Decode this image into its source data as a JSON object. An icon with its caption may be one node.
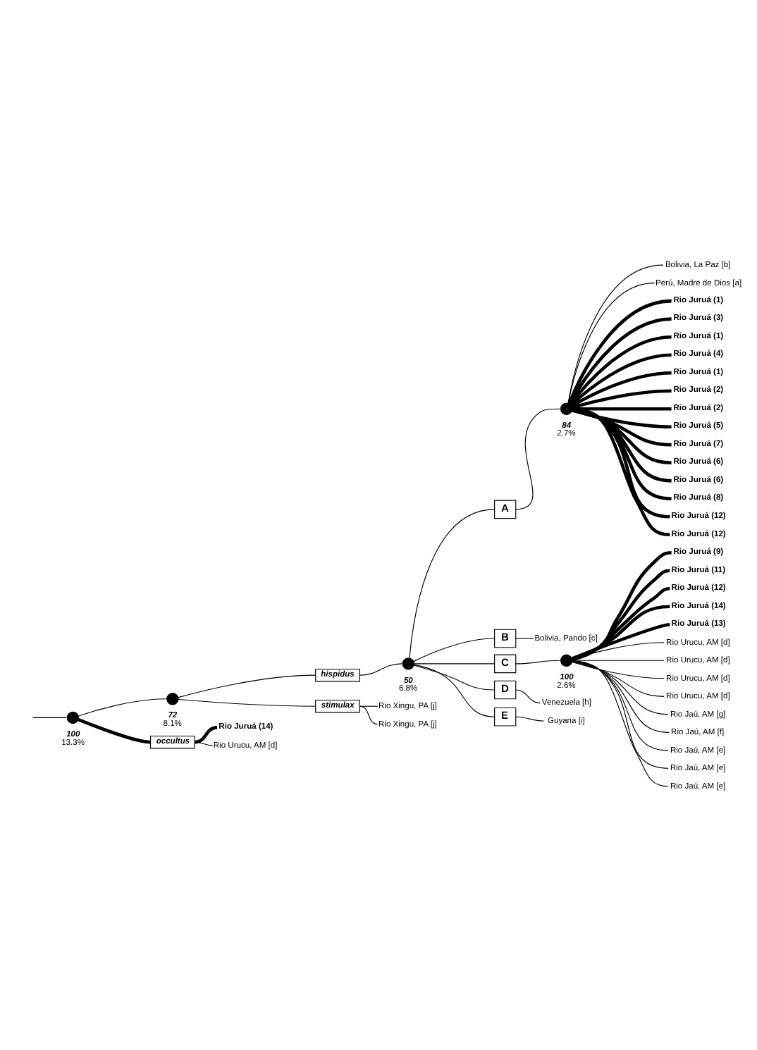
{
  "diagram": {
    "nodes": [
      {
        "text": [],
        "shape": "circle",
        "beside": [
          "100",
          "13.3%"
        ]
      },
      {
        "text": [],
        "shape": "circle",
        "beside": [
          "72",
          "8.1%"
        ]
      },
      {
        "text": [
          "hispidus"
        ]
      },
      {
        "text": [],
        "shape": "circle",
        "beside": [
          "50",
          "6.8%"
        ]
      },
      {
        "text": [
          "A"
        ]
      },
      {
        "text": [],
        "shape": "circle",
        "beside": [
          "84",
          "2.7%"
        ]
      },
      {
        "text": [
          "Bolivia, La Paz [b]"
        ]
      },
      {
        "text": [
          "Perú, Madre de Dios [a]"
        ]
      },
      {
        "text": [
          "Rio Juruá (1)"
        ]
      },
      {
        "text": [
          "Rio Juruá (3)"
        ]
      },
      {
        "text": [
          "Rio Juruá (1)"
        ]
      },
      {
        "text": [
          "Rio Juruá (4)"
        ]
      },
      {
        "text": [
          "Rio Juruá (1)"
        ]
      },
      {
        "text": [
          "Rio Juruá (2)"
        ]
      },
      {
        "text": [
          "Rio Juruá (2)"
        ]
      },
      {
        "text": [
          "Rio Juruá (5)"
        ]
      },
      {
        "text": [
          "Rio Juruá (7)"
        ]
      },
      {
        "text": [
          "Rio Juruá (6)"
        ]
      },
      {
        "text": [
          "Rio Juruá (6)"
        ]
      },
      {
        "text": [
          "Rio Juruá (8)"
        ]
      },
      {
        "text": [
          "Rio Juruá (12)"
        ]
      },
      {
        "text": [
          "Rio Juruá (12)"
        ]
      },
      {
        "text": [
          "B"
        ]
      },
      {
        "text": [
          "Bolivia, Pando [c]"
        ]
      },
      {
        "text": [
          "C"
        ]
      },
      {
        "text": [],
        "shape": "circle",
        "beside": [
          "100",
          "2.6%"
        ]
      },
      {
        "text": [
          "Rio Juruá (9)"
        ]
      },
      {
        "text": [
          "Rio Juruá (11)"
        ]
      },
      {
        "text": [
          "Rio Juruá (12)"
        ]
      },
      {
        "text": [
          "Rio Juruá (14)"
        ]
      },
      {
        "text": [
          "Rio Juruá (13)"
        ]
      },
      {
        "text": [
          "Rio Urucu, AM [d]"
        ]
      },
      {
        "text": [
          "Rio Urucu, AM [d]"
        ]
      },
      {
        "text": [
          "Rio Urucu, AM [d]"
        ]
      },
      {
        "text": [
          "Rio Urucu, AM [d]"
        ]
      },
      {
        "text": [
          "Rio Jaú, AM [g]"
        ]
      },
      {
        "text": [
          "Rio Jaú, AM [f]"
        ]
      },
      {
        "text": [
          "Rio Jaú, AM [e]"
        ]
      },
      {
        "text": [
          "Rio Jaú, AM [e]"
        ]
      },
      {
        "text": [
          "Rio Jaú, AM [e]"
        ]
      },
      {
        "text": [
          "D"
        ]
      },
      {
        "text": [
          "Venezuela [h]"
        ]
      },
      {
        "text": [
          "E"
        ]
      },
      {
        "text": [
          "Guyana [i]"
        ]
      },
      {
        "text": [
          "stimulax"
        ]
      },
      {
        "text": [
          "Rio Xingu, PA [j]"
        ]
      },
      {
        "text": [
          "Rio Xingu, PA [j]"
        ]
      },
      {
        "text": [
          "occultus"
        ]
      },
      {
        "text": [
          "Rio Juruá (14)"
        ]
      },
      {
        "text": [
          "Rio Urucu, AM [d]"
        ]
      }
    ],
    "edges": [
      {
        "from": null,
        "to": 0,
        "arrow": "none"
      },
      {
        "from": 0,
        "to": 1,
        "arrow": "none"
      },
      {
        "from": 1,
        "to": 2,
        "arrow": "none"
      },
      {
        "from": 2,
        "to": 3,
        "arrow": "none"
      },
      {
        "from": 3,
        "to": 4,
        "arrow": "none"
      },
      {
        "from": 4,
        "to": 5,
        "arrow": "none"
      },
      {
        "from": 5,
        "to": 6,
        "arrow": "none"
      },
      {
        "from": 5,
        "to": 7,
        "arrow": "none"
      },
      {
        "from": 5,
        "to": 8,
        "arrow": "none",
        "style": "thick"
      },
      {
        "from": 5,
        "to": 9,
        "arrow": "none",
        "style": "thick"
      },
      {
        "from": 5,
        "to": 10,
        "arrow": "none",
        "style": "thick"
      },
      {
        "from": 5,
        "to": 11,
        "arrow": "none",
        "style": "thick"
      },
      {
        "from": 5,
        "to": 12,
        "arrow": "none",
        "style": "thick"
      },
      {
        "from": 5,
        "to": 13,
        "arrow": "none",
        "style": "thick"
      },
      {
        "from": 5,
        "to": 14,
        "arrow": "none",
        "style": "thick"
      },
      {
        "from": 5,
        "to": 15,
        "arrow": "none",
        "style": "thick"
      },
      {
        "from": 5,
        "to": 16,
        "arrow": "none",
        "style": "thick"
      },
      {
        "from": 5,
        "to": 17,
        "arrow": "none",
        "style": "thick"
      },
      {
        "from": 5,
        "to": 18,
        "arrow": "none",
        "style": "thick"
      },
      {
        "from": 5,
        "to": 19,
        "arrow": "none",
        "style": "thick"
      },
      {
        "from": 5,
        "to": 20,
        "arrow": "none",
        "style": "thick"
      },
      {
        "from": 5,
        "to": 21,
        "arrow": "none",
        "style": "thick"
      },
      {
        "from": 3,
        "to": 22,
        "arrow": "none"
      },
      {
        "from": 22,
        "to": 23,
        "arrow": "none"
      },
      {
        "from": 3,
        "to": 24,
        "arrow": "none"
      },
      {
        "from": 24,
        "to": 25,
        "arrow": "none"
      },
      {
        "from": 25,
        "to": 26,
        "arrow": "none",
        "style": "thick"
      },
      {
        "from": 25,
        "to": 27,
        "arrow": "none",
        "style": "thick"
      },
      {
        "from": 25,
        "to": 28,
        "arrow": "none",
        "style": "thick"
      },
      {
        "from": 25,
        "to": 29,
        "arrow": "none",
        "style": "thick"
      },
      {
        "from": 25,
        "to": 30,
        "arrow": "none",
        "style": "thick"
      },
      {
        "from": 25,
        "to": 31,
        "arrow": "none"
      },
      {
        "from": 25,
        "to": 32,
        "arrow": "none"
      },
      {
        "from": 25,
        "to": 33,
        "arrow": "none"
      },
      {
        "from": 25,
        "to": 34,
        "arrow": "none"
      },
      {
        "from": 25,
        "to": 35,
        "arrow": "none"
      },
      {
        "from": 25,
        "to": 36,
        "arrow": "none"
      },
      {
        "from": 25,
        "to": 37,
        "arrow": "none"
      },
      {
        "from": 25,
        "to": 38,
        "arrow": "none"
      },
      {
        "from": 25,
        "to": 39,
        "arrow": "none"
      },
      {
        "from": 3,
        "to": 40,
        "arrow": "none"
      },
      {
        "from": 40,
        "to": 41,
        "arrow": "none"
      },
      {
        "from": 3,
        "to": 42,
        "arrow": "none"
      },
      {
        "from": 42,
        "to": 43,
        "arrow": "none"
      },
      {
        "from": 1,
        "to": 44,
        "arrow": "none"
      },
      {
        "from": 44,
        "to": 45,
        "arrow": "none"
      },
      {
        "from": 44,
        "to": 46,
        "arrow": "none"
      },
      {
        "from": 0,
        "to": 47,
        "arrow": "none",
        "style": "thick"
      },
      {
        "from": 47,
        "to": 48,
        "arrow": "none",
        "style": "thick"
      },
      {
        "from": 47,
        "to": 49,
        "arrow": "none"
      }
    ]
  }
}
